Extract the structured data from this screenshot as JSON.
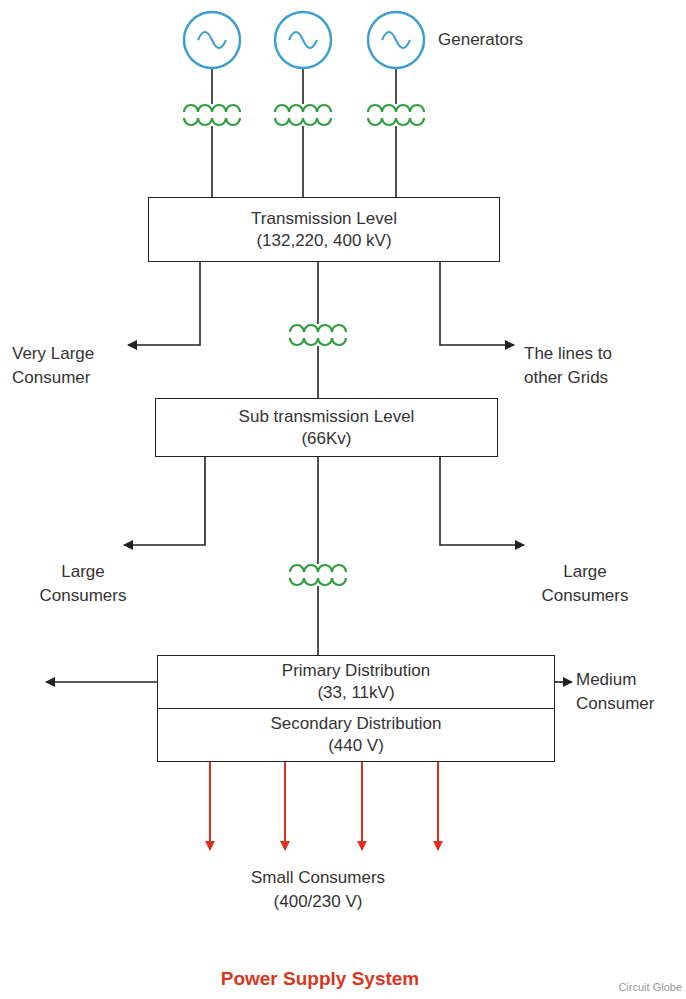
{
  "diagram": {
    "caption": "Power Supply System",
    "nodes": [
      {
        "text": [
          "Transmission Level",
          "(132,220, 400 kV)"
        ]
      },
      {
        "text": [
          "Sub transmission Level",
          "(66Kv)"
        ]
      },
      {
        "text": [
          "Primary Distribution",
          "(33, 11kV)"
        ]
      },
      {
        "text": [
          "Secondary Distribution",
          "(440 V)"
        ]
      }
    ],
    "edges": [
      {
        "from": 0,
        "to": 1,
        "arrow": "none"
      },
      {
        "from": 1,
        "to": 2,
        "arrow": "none"
      }
    ],
    "labels": [
      "Generators",
      "Very Large Consumer",
      "The lines to other Grids",
      "Large Consumers",
      "Large Consumers",
      "Medium Consumer",
      "Small Consumers (400/230 V)",
      "Circuit Globe"
    ]
  }
}
